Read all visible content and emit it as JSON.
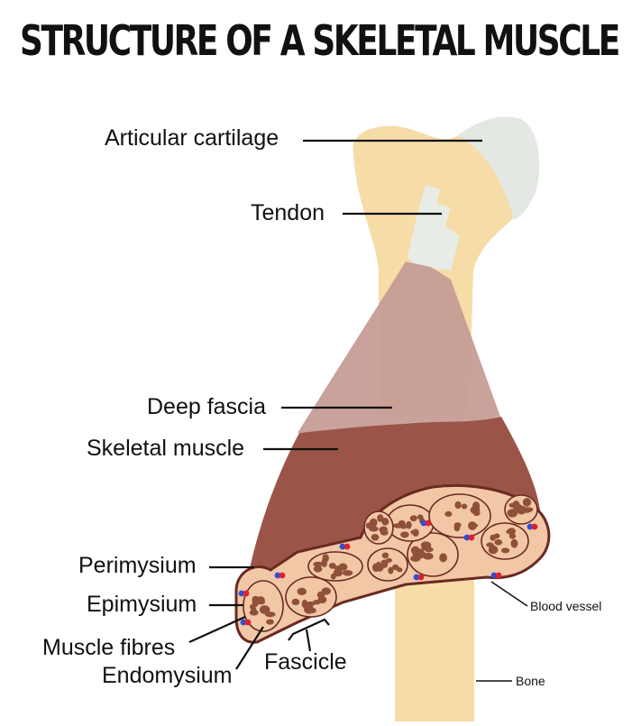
{
  "title": "STRUCTURE OF A SKELETAL MUSCLE",
  "labels": {
    "articular_cartilage": "Articular cartilage",
    "tendon": "Tendon",
    "deep_fascia": "Deep fascia",
    "skeletal_muscle": "Skeletal muscle",
    "perimysium": "Perimysium",
    "epimysium": "Epimysium",
    "muscle_fibres": "Muscle fibres",
    "endomysium": "Endomysium",
    "fascicle": "Fascicle",
    "blood_vessel": "Blood vessel",
    "bone": "Bone"
  },
  "colors": {
    "bone": "#f6dca6",
    "cartilage": "#e4e8e2",
    "tendon": "#e8ece6",
    "deep_fascia": "#c49a94",
    "muscle": "#9b5548",
    "muscle_outline": "#6a2a22",
    "perimysium_fill": "#f2c7a6",
    "fibre": "#8f5138",
    "vessel_red": "#e02030",
    "vessel_blue": "#2a50d8"
  }
}
